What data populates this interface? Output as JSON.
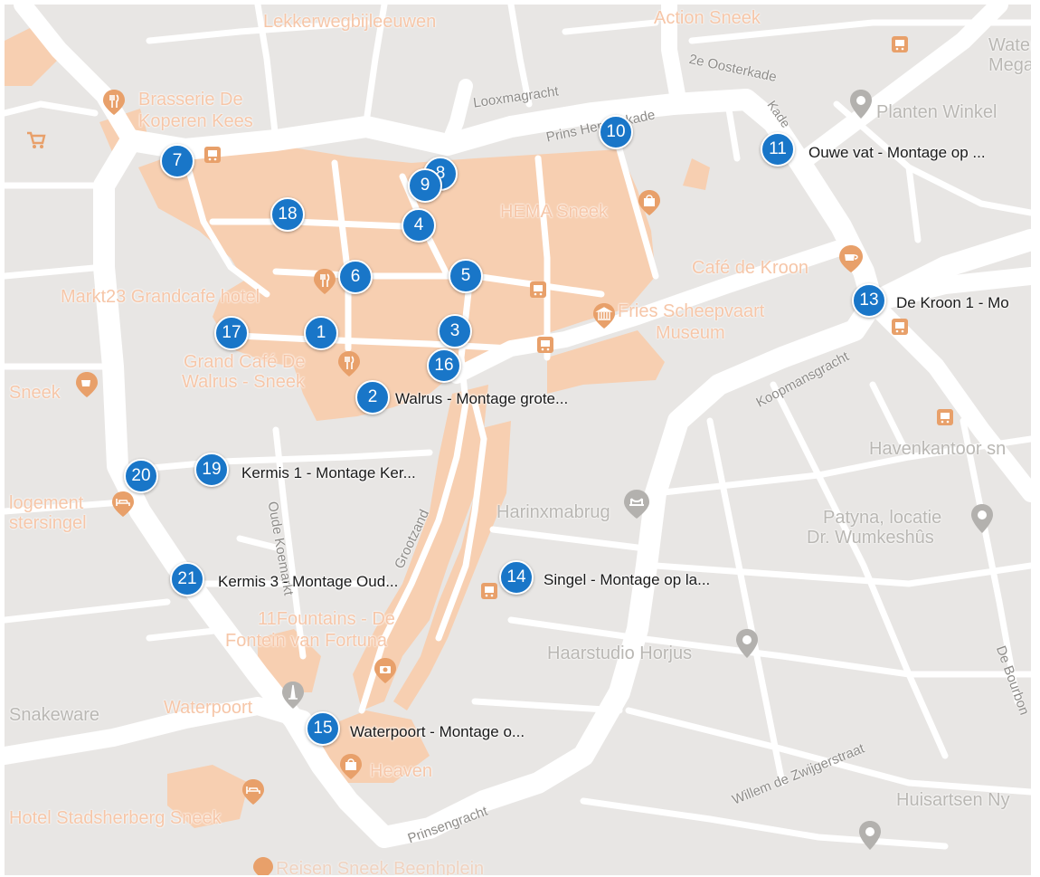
{
  "colors": {
    "background": "#e8e6e4",
    "road": "#ffffff",
    "pedestrian_area": "#f7cfb1",
    "marker": "#1976c8",
    "poi_orange": "#e8a06a",
    "poi_gray": "#9b9a98"
  },
  "place_labels": {
    "lekkerwegbijleeuwen": "Lekkerwegbijleeuwen",
    "action_sneek": "Action Sneek",
    "water_mega": "Water Mega",
    "brasserie_line1": "Brasserie De",
    "brasserie_line2": "Koperen Kees",
    "planten_winkel": "Planten Winkel",
    "hema": "HEMA Sneek",
    "cafe_kroon": "Café de Kroon",
    "markt23": "Markt23 Grandcafe hotel",
    "fries_line1": "Fries Scheepvaart",
    "fries_line2": "Museum",
    "walrus_line1": "Grand Café De",
    "walrus_line2": "Walrus - Sneek",
    "sneek": "Sneek",
    "havenkantoor": "Havenkantoor sn",
    "harinxmabrug": "Harinxmabrug",
    "patyna_line1": "Patyna, locatie",
    "patyna_line2": "Dr. Wumkeshûs",
    "logement_line1": "logement",
    "logement_line2": "stersingel",
    "fountains_line1": "11Fountains - De",
    "fountains_line2": "Fontein van Fortuna",
    "haarstudio": "Haarstudio Horjus",
    "snakeware": "Snakeware",
    "waterpoort": "Waterpoort",
    "heaven": "Heaven",
    "stadsherberg": "Hotel Stadsherberg Sneek",
    "huisartsen": "Huisartsen Ny",
    "reisen": "Reisen Sneek Beenhplein"
  },
  "street_labels": {
    "looxmagracht": "Looxmagracht",
    "oosterkade": "2e Oosterkade",
    "prins_hendrikkade": "Prins Hendrikkade",
    "koopmansgracht": "Koopmansgracht",
    "oude_koemarkt": "Oude Koemarkt",
    "grootzand": "Grootzand",
    "de_bourbon": "De Bourbon",
    "willem": "Willem de Zwijgerstraat",
    "prinsengracht": "Prinsengracht"
  },
  "markers": [
    {
      "number": "1"
    },
    {
      "number": "2",
      "label": "Walrus - Montage grote..."
    },
    {
      "number": "3"
    },
    {
      "number": "4"
    },
    {
      "number": "5"
    },
    {
      "number": "6"
    },
    {
      "number": "7"
    },
    {
      "number": "8"
    },
    {
      "number": "9"
    },
    {
      "number": "10"
    },
    {
      "number": "11",
      "label": "Ouwe vat - Montage op ..."
    },
    {
      "number": "13",
      "label": "De Kroon 1 - Mo"
    },
    {
      "number": "14",
      "label": "Singel - Montage op la..."
    },
    {
      "number": "15",
      "label": "Waterpoort - Montage o..."
    },
    {
      "number": "16"
    },
    {
      "number": "17"
    },
    {
      "number": "18"
    },
    {
      "number": "19",
      "label": "Kermis 1 - Montage Ker..."
    },
    {
      "number": "20"
    },
    {
      "number": "21",
      "label": "Kermis 3 - Montage Oud..."
    }
  ],
  "icons": [
    "restaurant-icon",
    "bus-stop-icon",
    "shopping-bag-icon",
    "cafe-icon",
    "museum-icon",
    "place-pin-icon",
    "monument-icon",
    "bridge-icon",
    "camera-icon",
    "hotel-icon",
    "cart-icon"
  ]
}
